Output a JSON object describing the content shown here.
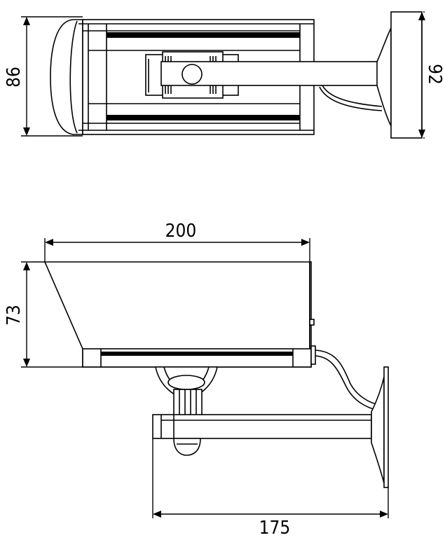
{
  "dimensions": {
    "top_view_height": "86",
    "top_view_bracket_height": "92",
    "side_view_length": "200",
    "side_view_height": "73",
    "side_view_mount_length": "175"
  },
  "colors": {
    "line": "#000000",
    "background": "#ffffff"
  }
}
